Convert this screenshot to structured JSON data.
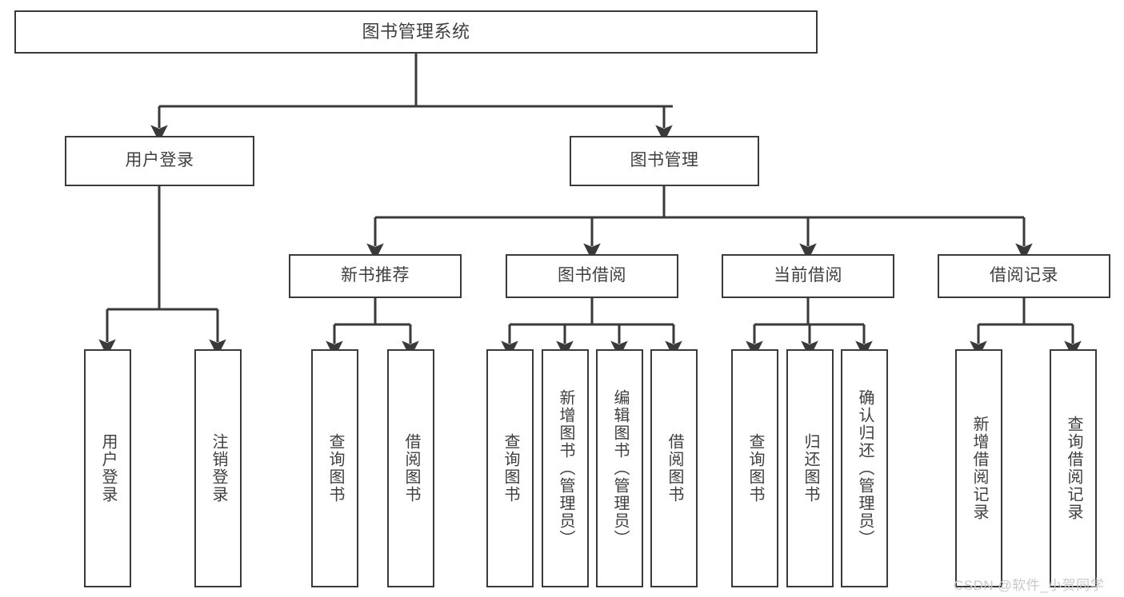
{
  "diagram": {
    "title": "图书管理系统",
    "watermark": "CSDN @软件_小贺同学",
    "colors": {
      "box_border": "#3a3a3a",
      "box_fill": "#ffffff",
      "connector": "#3a3a3a",
      "text": "#3f3f3f",
      "watermark": "#c9c9c9",
      "background": "#ffffff"
    },
    "nodes": {
      "root": {
        "label": "图书管理系统",
        "orientation": "horizontal",
        "level": 0
      },
      "l1": [
        {
          "label": "用户登录",
          "orientation": "horizontal",
          "level": 1
        },
        {
          "label": "图书管理",
          "orientation": "horizontal",
          "level": 1
        }
      ],
      "l2": [
        {
          "label": "新书推荐",
          "orientation": "horizontal",
          "level": 2,
          "parent": "图书管理"
        },
        {
          "label": "图书借阅",
          "orientation": "horizontal",
          "level": 2,
          "parent": "图书管理"
        },
        {
          "label": "当前借阅",
          "orientation": "horizontal",
          "level": 2,
          "parent": "图书管理"
        },
        {
          "label": "借阅记录",
          "orientation": "horizontal",
          "level": 2,
          "parent": "图书管理"
        }
      ],
      "leaves_user_login": [
        {
          "label": "用户登录",
          "orientation": "vertical",
          "parent": "用户登录"
        },
        {
          "label": "注销登录",
          "orientation": "vertical",
          "parent": "用户登录"
        }
      ],
      "leaves_new_book": [
        {
          "label": "查询图书",
          "orientation": "vertical",
          "parent": "新书推荐"
        },
        {
          "label": "借阅图书",
          "orientation": "vertical",
          "parent": "新书推荐"
        }
      ],
      "leaves_borrow": [
        {
          "label": "查询图书",
          "orientation": "vertical",
          "parent": "图书借阅"
        },
        {
          "label": "新增图书（管理员）",
          "orientation": "vertical",
          "parent": "图书借阅"
        },
        {
          "label": "编辑图书（管理员）",
          "orientation": "vertical",
          "parent": "图书借阅"
        },
        {
          "label": "借阅图书",
          "orientation": "vertical",
          "parent": "图书借阅"
        }
      ],
      "leaves_current": [
        {
          "label": "查询图书",
          "orientation": "vertical",
          "parent": "当前借阅"
        },
        {
          "label": "归还图书",
          "orientation": "vertical",
          "parent": "当前借阅"
        },
        {
          "label": "确认归还（管理员）",
          "orientation": "vertical",
          "parent": "当前借阅"
        }
      ],
      "leaves_records": [
        {
          "label": "新增借阅记录",
          "orientation": "vertical",
          "parent": "借阅记录"
        },
        {
          "label": "查询借阅记录",
          "orientation": "vertical",
          "parent": "借阅记录"
        }
      ]
    }
  }
}
